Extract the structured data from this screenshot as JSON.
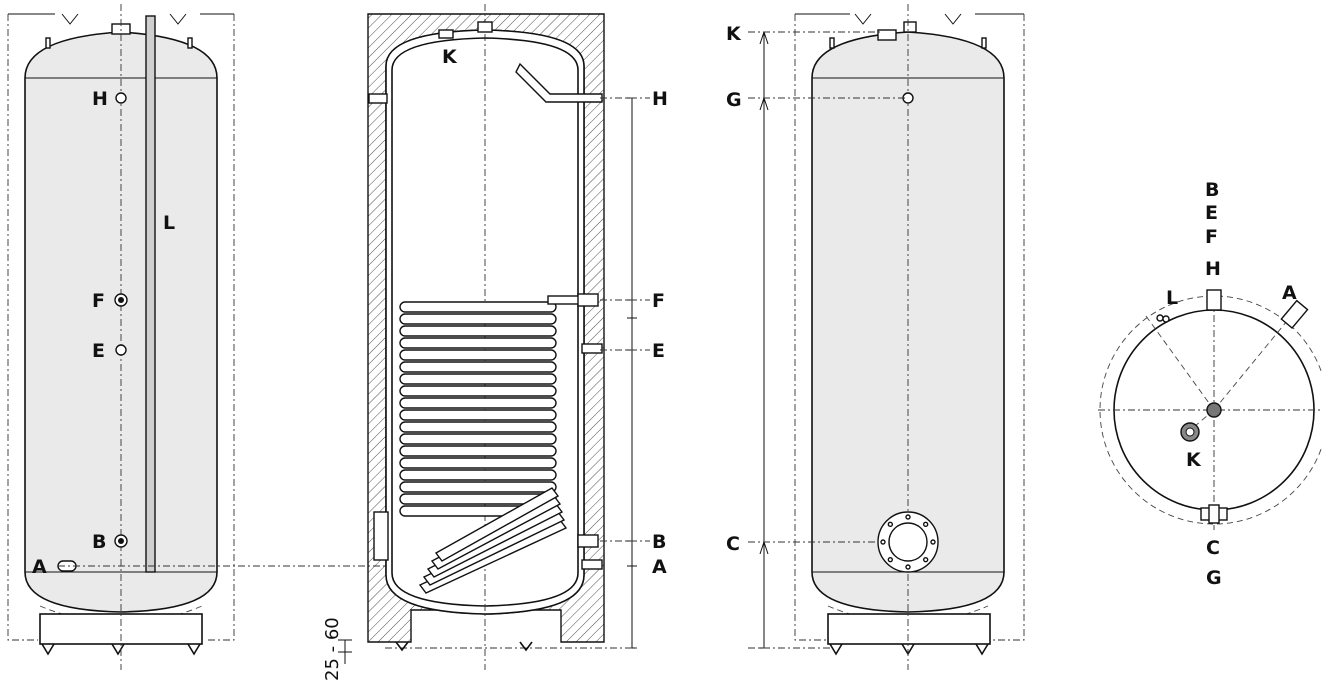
{
  "side_view_labels": {
    "h": "H",
    "l": "L",
    "f": "F",
    "e": "E",
    "b": "B",
    "a": "A"
  },
  "section_view_labels": {
    "k": "K",
    "h": "H",
    "f": "F",
    "e": "E",
    "b": "B",
    "a": "A",
    "gap": "25 - 60"
  },
  "rear_view_labels": {
    "k": "K",
    "g": "G",
    "c": "C"
  },
  "top_view_labels": {
    "top_stack": [
      "B",
      "E",
      "F",
      "H"
    ],
    "l": "L",
    "a": "A",
    "k": "K",
    "bottom_c": "C",
    "bottom_g": "G"
  }
}
